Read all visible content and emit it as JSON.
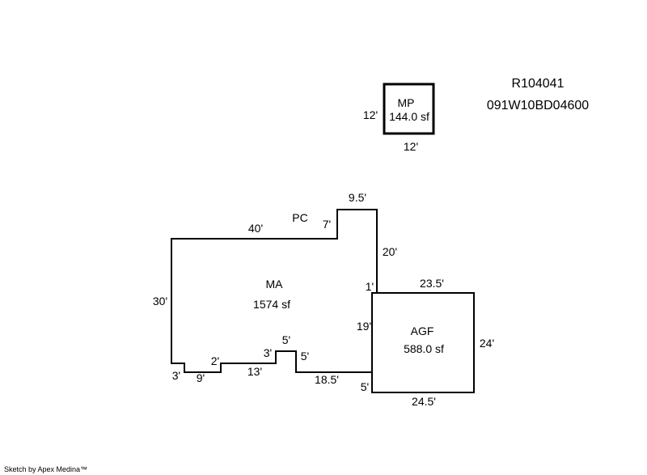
{
  "parcel": {
    "account": "R104041",
    "map_number": "091W10BD04600"
  },
  "areas": {
    "mp": {
      "name": "MP",
      "area": "144.0 sf"
    },
    "ma": {
      "name": "MA",
      "area": "1574 sf"
    },
    "agf": {
      "name": "AGF",
      "area": "588.0 sf"
    },
    "pc": {
      "name": "PC"
    }
  },
  "dimensions": {
    "mp_left": "12'",
    "mp_bottom": "12'",
    "pc_top": "9.5'",
    "pc_left": "7'",
    "ma_top": "40'",
    "pc_right": "20'",
    "ma_left": "30'",
    "ma_jog_1": "1'",
    "agf_top": "23.5'",
    "ma_right": "19'",
    "agf_right": "24'",
    "ma_bottom_left_up": "3'",
    "ma_bottom_9": "9'",
    "ma_step_2": "2'",
    "ma_bottom_13": "13'",
    "ma_step_3": "3'",
    "ma_bump_5_top": "5'",
    "ma_bump_5_side": "5'",
    "ma_bottom_18_5": "18.5'",
    "ma_jog_5": "5'",
    "agf_bottom": "24.5'"
  },
  "credit": "Sketch by Apex Medina™"
}
